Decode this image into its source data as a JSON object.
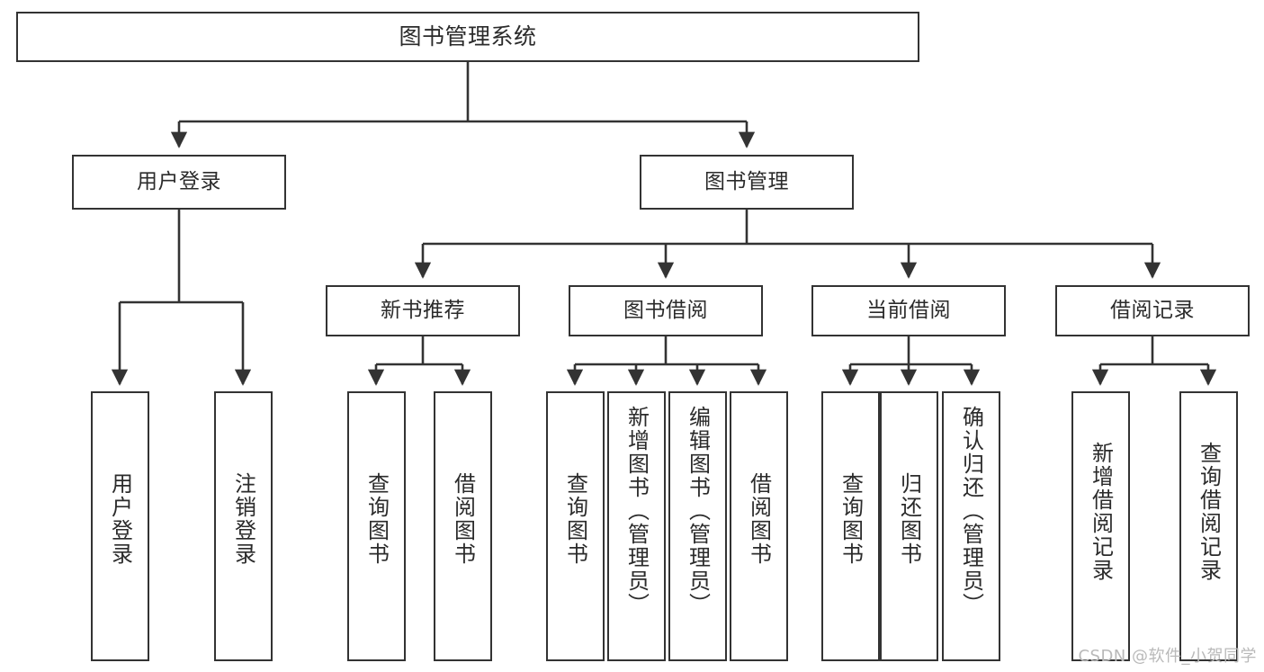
{
  "diagram": {
    "type": "tree-hierarchy",
    "title": "图书管理系统",
    "watermark": "CSDN @软件_小贺同学",
    "colors": {
      "box_border": "#333333",
      "box_fill": "#ffffff",
      "connector": "#333333",
      "text": "#2b2b2b",
      "watermark": "#b9b9b9"
    },
    "nodes": {
      "root": {
        "label": "图书管理系统"
      },
      "level1": [
        {
          "id": "user-login",
          "label": "用户登录"
        },
        {
          "id": "book-management",
          "label": "图书管理"
        }
      ],
      "level2": [
        {
          "id": "new-book-recommend",
          "label": "新书推荐"
        },
        {
          "id": "book-borrow",
          "label": "图书借阅"
        },
        {
          "id": "current-borrow",
          "label": "当前借阅"
        },
        {
          "id": "borrow-record",
          "label": "借阅记录"
        }
      ],
      "leaves": {
        "user-login": [
          {
            "id": "leaf-user-login",
            "label": "用户登录"
          },
          {
            "id": "leaf-logout-login",
            "label": "注销登录"
          }
        ],
        "new-book-recommend": [
          {
            "id": "leaf-query-book-1",
            "label": "查询图书"
          },
          {
            "id": "leaf-borrow-book-1",
            "label": "借阅图书"
          }
        ],
        "book-borrow": [
          {
            "id": "leaf-query-book-2",
            "label": "查询图书"
          },
          {
            "id": "leaf-add-book",
            "label": "新增图书（管理员）"
          },
          {
            "id": "leaf-edit-book",
            "label": "编辑图书（管理员）"
          },
          {
            "id": "leaf-borrow-book-2",
            "label": "借阅图书"
          }
        ],
        "current-borrow": [
          {
            "id": "leaf-query-book-3",
            "label": "查询图书"
          },
          {
            "id": "leaf-return-book",
            "label": "归还图书"
          },
          {
            "id": "leaf-confirm-return",
            "label": "确认归还（管理员）"
          }
        ],
        "borrow-record": [
          {
            "id": "leaf-add-borrow-record",
            "label": "新增借阅记录"
          },
          {
            "id": "leaf-query-borrow-record",
            "label": "查询借阅记录"
          }
        ]
      }
    }
  }
}
